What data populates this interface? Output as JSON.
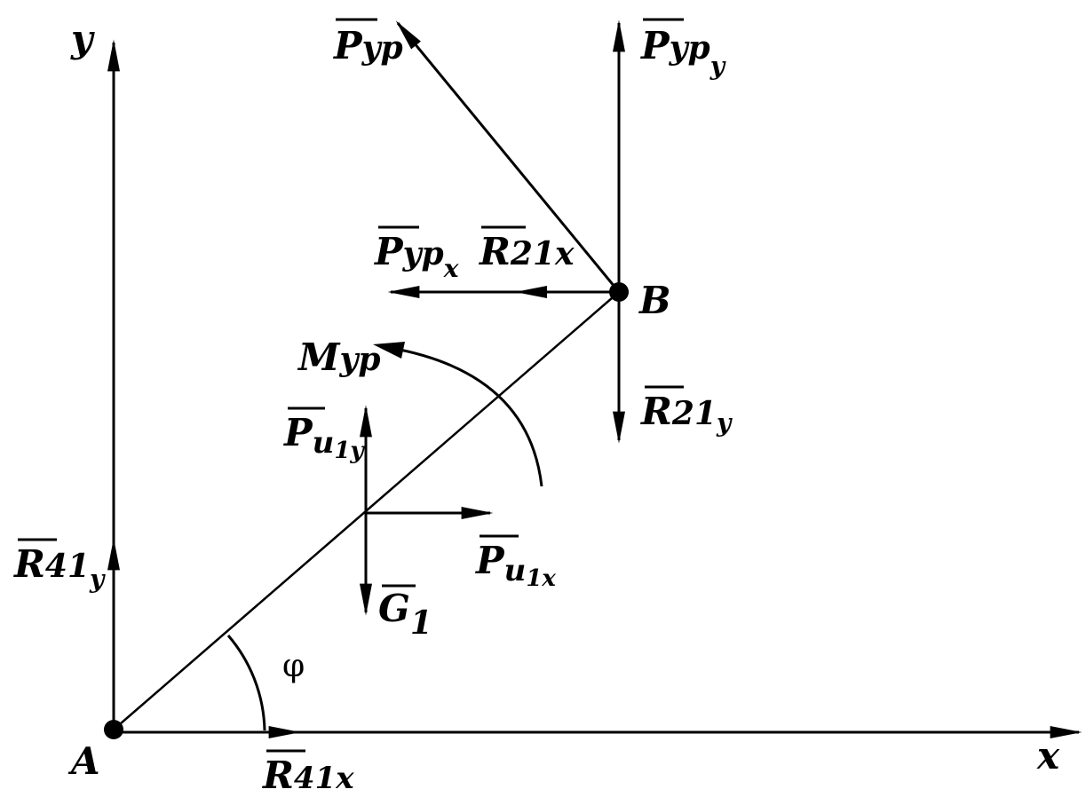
{
  "axes": {
    "x": "x",
    "y": "y"
  },
  "points": {
    "A": "A",
    "B": "B"
  },
  "angle": "φ",
  "moment": {
    "main": "M",
    "sub": "yp"
  },
  "forces": {
    "P_yp": {
      "main": "P",
      "sub1": "yp",
      "sub2": ""
    },
    "P_yp_y": {
      "main": "P",
      "sub1": "yp",
      "sub2": "y"
    },
    "P_yp_x": {
      "main": "P",
      "sub1": "yp",
      "sub2": "x"
    },
    "R21x": {
      "main": "R",
      "sub1": "21x",
      "sub2": ""
    },
    "R21y": {
      "main": "R",
      "sub1": "21",
      "sub2": "y"
    },
    "Pu1y": {
      "main": "P",
      "sub1": "u",
      "sub2": "1y"
    },
    "Pu1x": {
      "main": "P",
      "sub1": "u",
      "sub2": "1x"
    },
    "G1": {
      "main": "G",
      "sub1": "1",
      "sub2": ""
    },
    "R41y": {
      "main": "R",
      "sub1": "41",
      "sub2": "y"
    },
    "R41x": {
      "main": "R",
      "sub1": "41x",
      "sub2": ""
    }
  }
}
